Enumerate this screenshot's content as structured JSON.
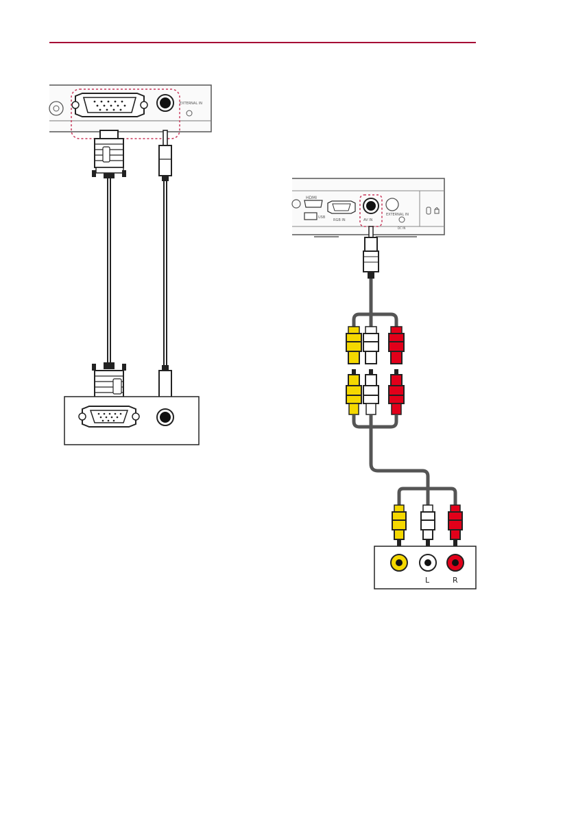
{
  "header": {
    "rule_color": "#a50034"
  },
  "colors": {
    "video": "#f5d800",
    "audio_left": "#ffffff",
    "audio_right": "#e2001a",
    "highlight": "#c8375a"
  },
  "projector_labels": {
    "hdmi": "HDMI",
    "usb": "USB",
    "av_in": "AV IN",
    "external_in": "EXTERNAL IN",
    "rgb_in": "RGB IN",
    "dc_in": "DC IN"
  },
  "device_labels": {
    "audio_left": "L",
    "audio_right": "R"
  }
}
